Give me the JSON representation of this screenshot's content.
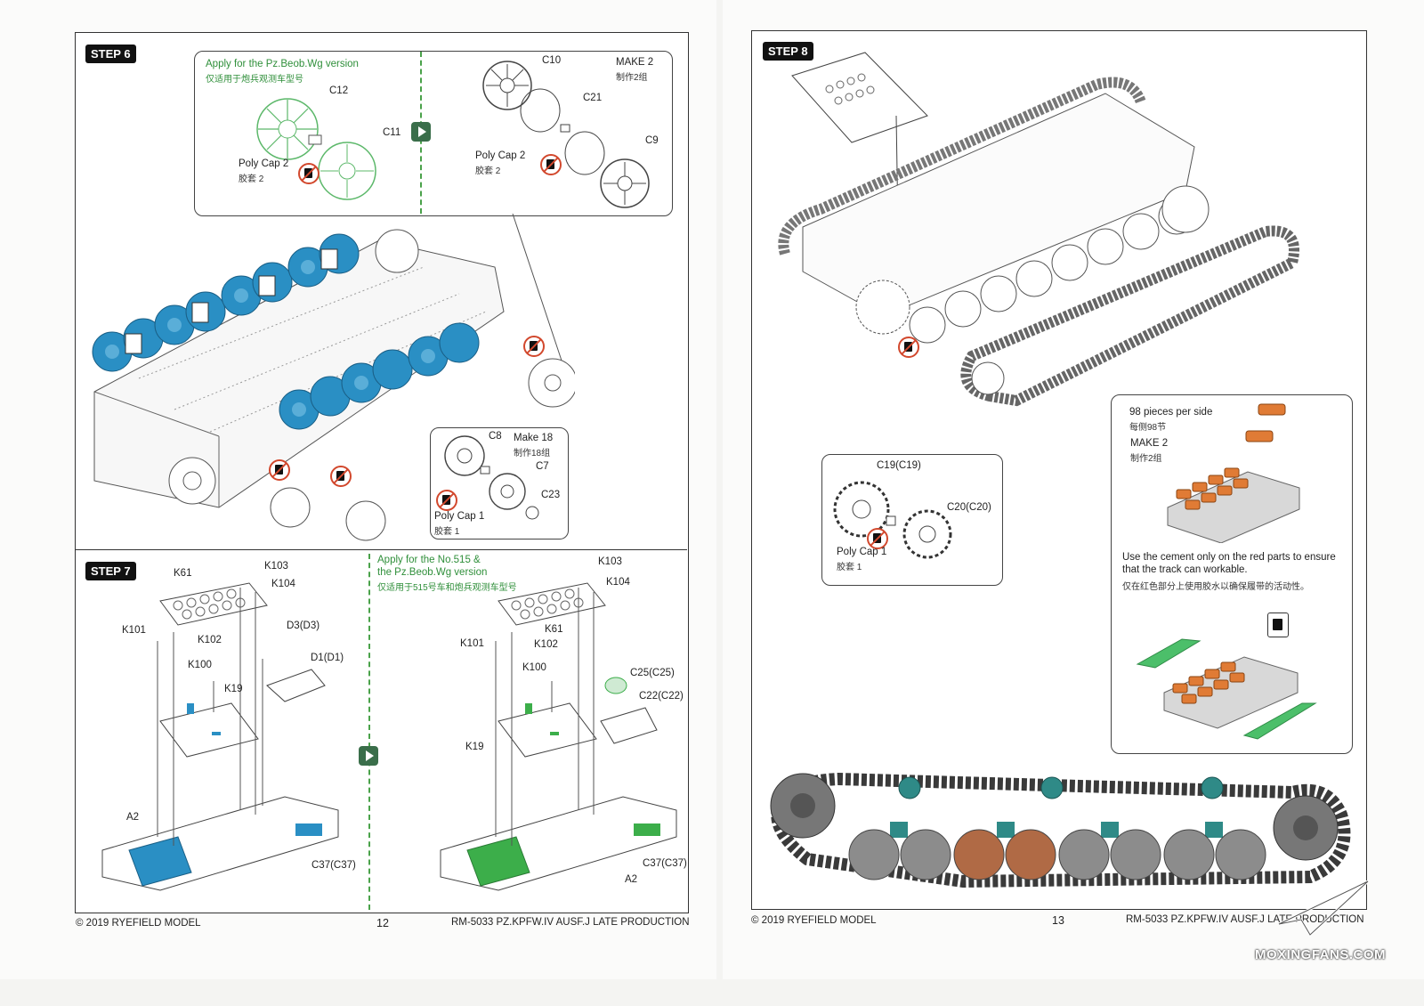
{
  "left_page": {
    "footer_copyright": "© 2019 RYEFIELD MODEL",
    "page_number": "12",
    "footer_title": "RM-5033 PZ.KPFW.IV AUSF.J LATE PRODUCTION",
    "step6": {
      "badge": "STEP 6",
      "apply_en": "Apply for the Pz.Beob.Wg version",
      "apply_cn": "仅适用于炮兵观测车型号",
      "c12": "C12",
      "c11": "C11",
      "polycap2_left": "Poly Cap 2",
      "polycap2_left_cn": "胶套 2",
      "c10": "C10",
      "make2_en": "MAKE 2",
      "make2_cn": "制作2组",
      "c21": "C21",
      "c9": "C9",
      "polycap2_right": "Poly Cap 2",
      "polycap2_right_cn": "胶套 2",
      "c8": "C8",
      "make18_en": "Make 18",
      "make18_cn": "制作18组",
      "c7": "C7",
      "c23": "C23",
      "polycap1": "Poly Cap 1",
      "polycap1_cn": "胶套 1"
    },
    "step7": {
      "badge": "STEP 7",
      "apply_en_1": "Apply for the No.515 &",
      "apply_en_2": "the Pz.Beob.Wg version",
      "apply_cn": "仅适用于515号车和炮兵观测车型号",
      "left": {
        "k61": "K61",
        "k103": "K103",
        "k104": "K104",
        "k101": "K101",
        "k102": "K102",
        "d3": "D3(D3)",
        "d1": "D1(D1)",
        "k100": "K100",
        "k19": "K19",
        "a2": "A2",
        "c37": "C37(C37)"
      },
      "right": {
        "k103": "K103",
        "k104": "K104",
        "k101": "K101",
        "k102": "K102",
        "k61": "K61",
        "k100": "K100",
        "c25": "C25(C25)",
        "c22": "C22(C22)",
        "k19": "K19",
        "c37": "C37(C37)",
        "a2": "A2"
      }
    }
  },
  "right_page": {
    "footer_copyright": "© 2019 RYEFIELD MODEL",
    "page_number": "13",
    "footer_title": "RM-5033 PZ.KPFW.IV AUSF.J LATE PRODUCTION",
    "step8": {
      "badge": "STEP 8",
      "c19": "C19(C19)",
      "c20": "C20(C20)",
      "polycap1": "Poly Cap 1",
      "polycap1_cn": "胶套 1",
      "pieces_en": "98 pieces per side",
      "pieces_cn": "每侧98节",
      "make2_en": "MAKE 2",
      "make2_cn": "制作2组",
      "cement_en_1": "Use the cement only on the red parts to ensure",
      "cement_en_2": "that the track can workable.",
      "cement_cn": "仅在红色部分上使用胶水以确保履带的活动性。"
    }
  },
  "watermark": "MOXINGFANS.COM",
  "colors": {
    "blue_wheels": "#2a8fc4",
    "green_parts": "#3cae4a",
    "orange_links": "#e07b35",
    "sprue_green": "#4cbf6a",
    "no_cement": "#d2482d"
  }
}
